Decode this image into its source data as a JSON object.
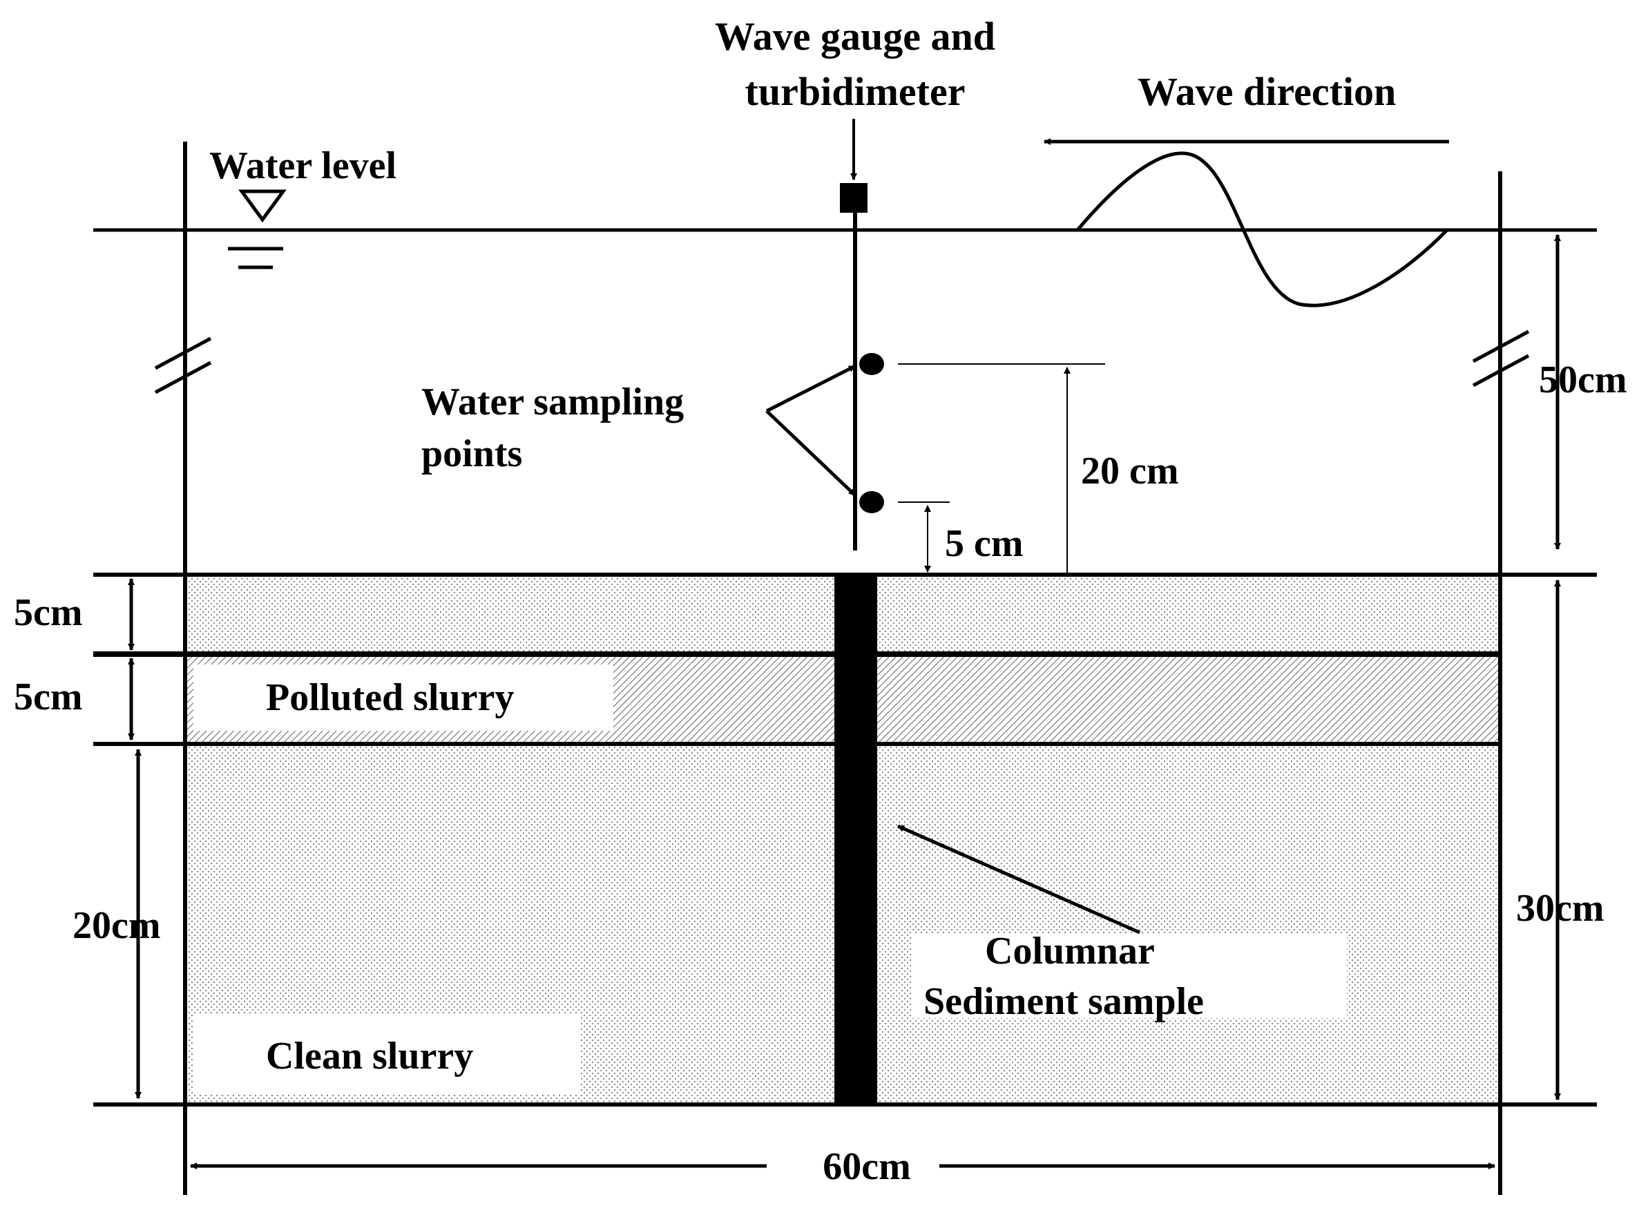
{
  "labels": {
    "wave_gauge_line1": "Wave gauge and",
    "wave_gauge_line2": "turbidimeter",
    "wave_direction": "Wave direction",
    "water_level": "Water level",
    "water_sampling_line1": "Water sampling",
    "water_sampling_line2": "points",
    "polluted_slurry": "Polluted slurry",
    "clean_slurry": "Clean slurry",
    "columnar_line1": "Columnar",
    "columnar_line2": "Sediment sample"
  },
  "dimensions": {
    "water_depth": "50cm",
    "upper_sampling_height": "20 cm",
    "lower_sampling_height": "5 cm",
    "top_layer": "5cm",
    "polluted_layer": "5cm",
    "clean_layer": "20cm",
    "sediment_depth": "30cm",
    "tank_width": "60cm"
  },
  "colors": {
    "line": "#000000",
    "background": "#ffffff",
    "stipple": "#7a7a7a",
    "hatch": "#6a6a6a"
  }
}
